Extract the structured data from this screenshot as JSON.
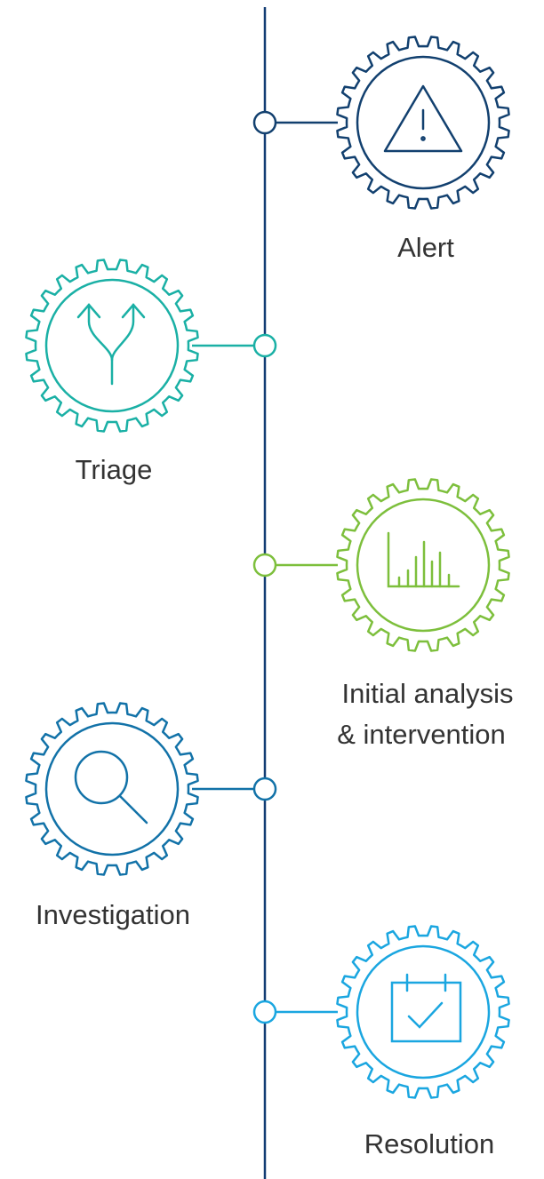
{
  "colors": {
    "timeline": "#123c73",
    "background": "#ffffff"
  },
  "steps": [
    {
      "label": "Alert",
      "side": "right",
      "icon": "alert-triangle-icon",
      "color": "#12406f"
    },
    {
      "label": "Triage",
      "side": "left",
      "icon": "split-arrows-icon",
      "color": "#1ab0a5"
    },
    {
      "label": "Initial analysis",
      "label2": "& intervention",
      "side": "right",
      "icon": "bar-chart-icon",
      "color": "#7dbf3c"
    },
    {
      "label": "Investigation",
      "side": "left",
      "icon": "magnifier-icon",
      "color": "#1272a8"
    },
    {
      "label": "Resolution",
      "side": "right",
      "icon": "calendar-check-icon",
      "color": "#1aa6e0"
    }
  ]
}
